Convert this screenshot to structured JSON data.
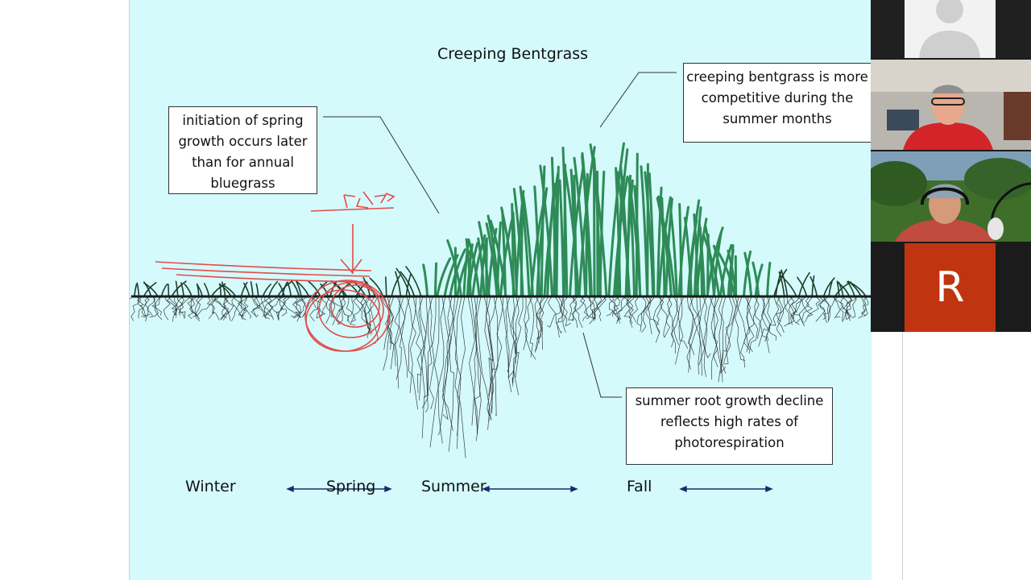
{
  "slide": {
    "title": "Creeping Bentgrass",
    "callouts": {
      "spring": "initiation of spring growth occurs later than for annual bluegrass",
      "summer": "creeping bentgrass is more competitive during the summer months",
      "roots": "summer root growth decline reflects high rates of photorespiration"
    },
    "seasons": [
      "Winter",
      "Spring",
      "Summer",
      "Fall"
    ]
  },
  "participants": {
    "initial": "R"
  },
  "colors": {
    "slide_background": "#d4fafc",
    "shoots": "#2e8b57",
    "roots": "#222222",
    "annotation": "#e34b4b",
    "participant_accent": "#c0350f",
    "arrows": "#1a2a6c"
  },
  "icons": [
    "avatar-placeholder-icon"
  ]
}
